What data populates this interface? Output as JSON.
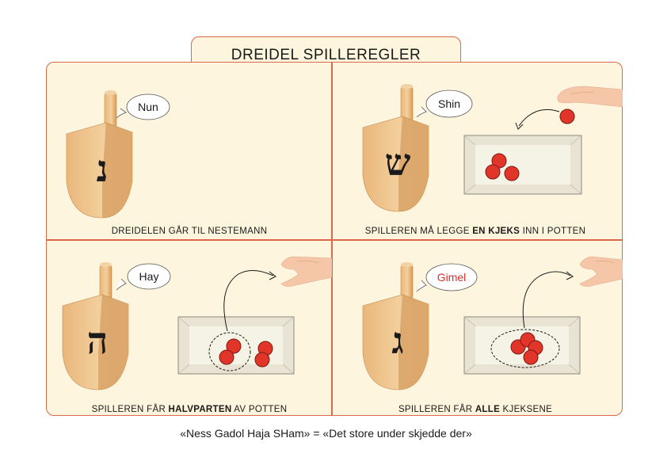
{
  "title": "DREIDEL SPILLEREGLER",
  "panels": [
    {
      "bubble": "Nun",
      "letter": "נ",
      "caption_pre": "DREIDELEN GÅR TIL NESTEMANN",
      "caption_bold": "",
      "caption_post": ""
    },
    {
      "bubble": "Shin",
      "letter": "ש",
      "caption_pre": "SPILLEREN MÅ LEGGE ",
      "caption_bold": "EN KJEKS",
      "caption_post": " INN I POTTEN"
    },
    {
      "bubble": "Hay",
      "letter": "ה",
      "caption_pre": "SPILLEREN FÅR ",
      "caption_bold": "HALVPARTEN",
      "caption_post": " AV POTTEN"
    },
    {
      "bubble": "Gimel",
      "letter": "ג",
      "caption_pre": "SPILLEREN FÅR ",
      "caption_bold": "ALLE",
      "caption_post": " KJEKSENE"
    }
  ],
  "footer": "«Ness Gadol Haja SHam» = «Det store under skjedde der»",
  "colors": {
    "border": "#d8694a",
    "panel_bg": "#fdf5dd",
    "cookie": "#e2352a",
    "gimel_text": "#d9302a"
  }
}
